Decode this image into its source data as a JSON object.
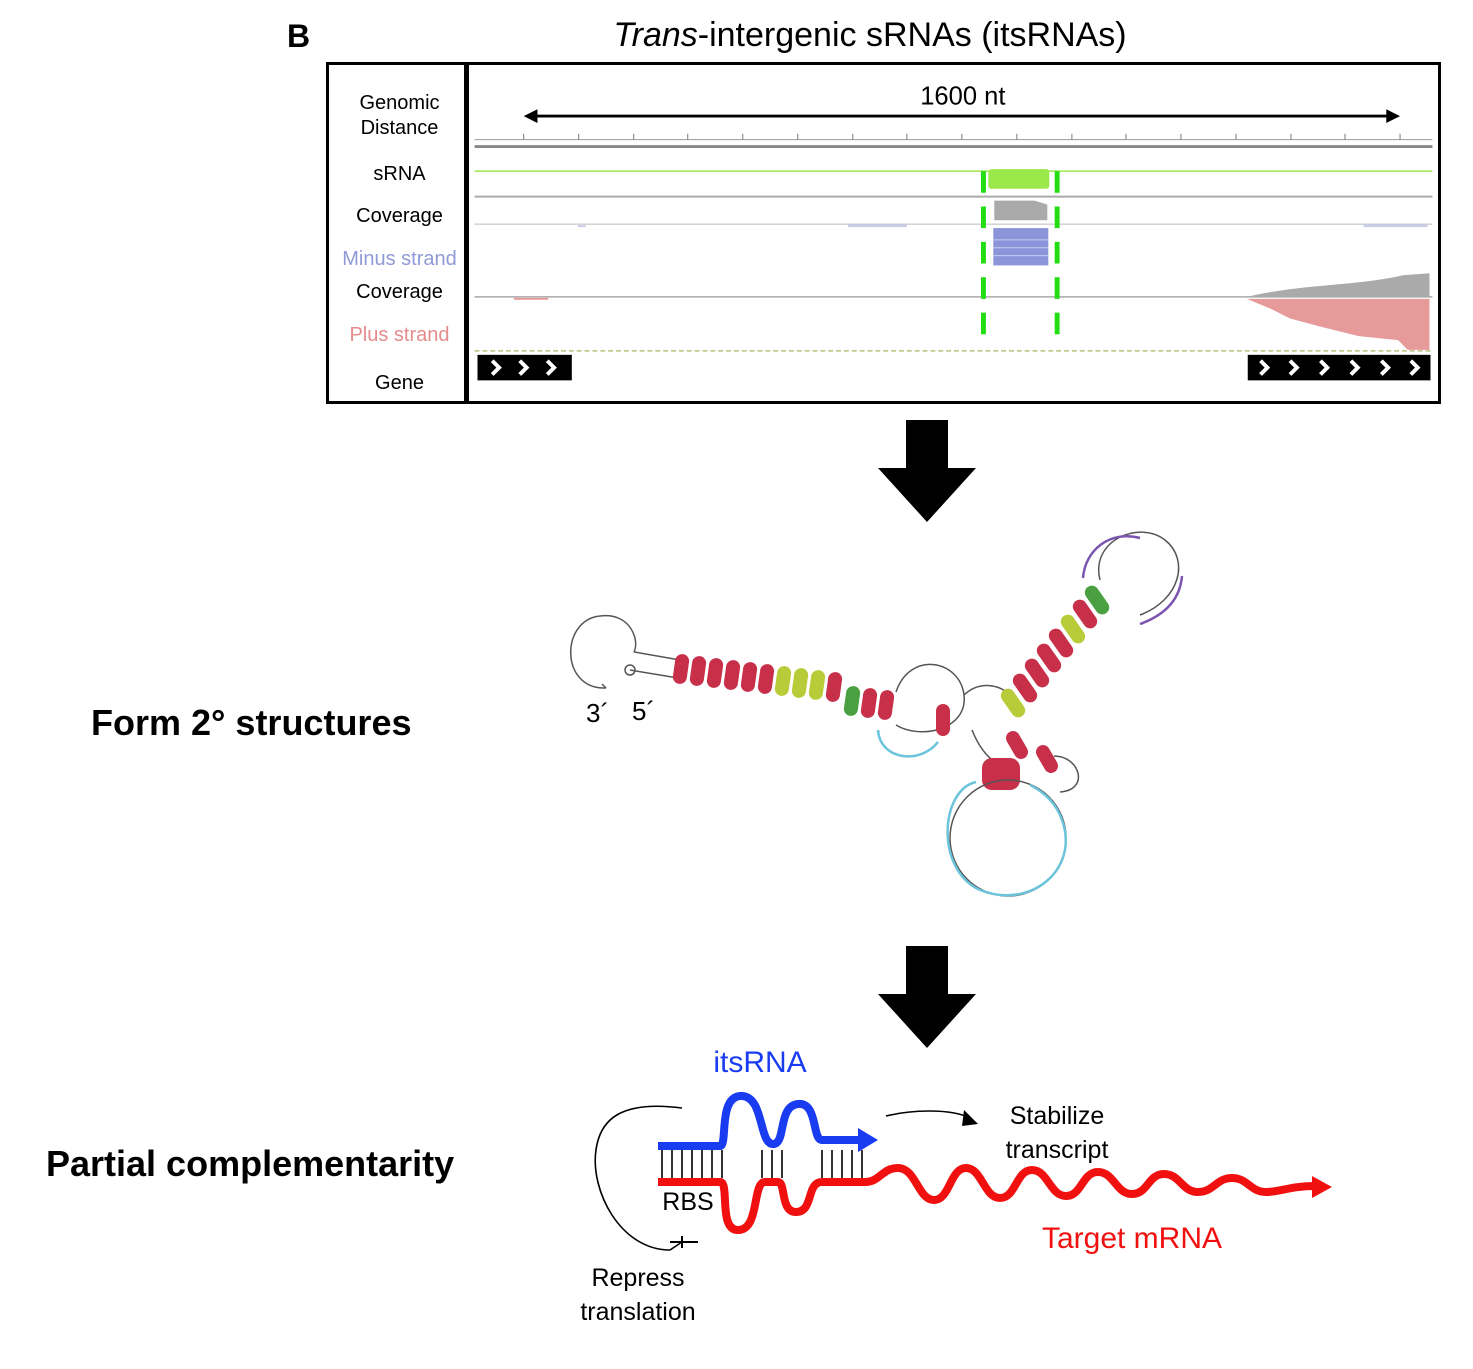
{
  "panel_letter": "B",
  "title": {
    "italic": "Trans",
    "rest": "-intergenic sRNAs (itsRNAs)"
  },
  "tracks": {
    "genomic_distance": "Genomic Distance",
    "srna": "sRNA",
    "coverage_1": "Coverage",
    "minus_strand": "Minus strand",
    "coverage_2": "Coverage",
    "plus_strand": "Plus strand",
    "gene": "Gene"
  },
  "distance_label": "1600 nt",
  "colors": {
    "srna_green": "#9be84a",
    "highlight_green": "#22dd11",
    "coverage_gray": "#aaaaaa",
    "minus_blue": "#8c95d9",
    "plus_red": "#e79a9a",
    "minus_label": "#8f9ad6",
    "plus_label": "#e48c8c",
    "itsrna_blue": "#1a3cf0",
    "mrna_red": "#f01010",
    "pair_red": "#c8304a",
    "pair_yellow": "#b8cc3a",
    "pair_green": "#4aa040",
    "loop_cyan": "#6cc4dc",
    "loop_purple": "#7b55b0"
  },
  "secondary_structure": {
    "label": "Form 2° structures",
    "end_3": "3´",
    "end_5": "5´"
  },
  "complementarity": {
    "label": "Partial complementarity",
    "itsrna": "itsRNA",
    "rbs": "RBS",
    "stabilize_line1": "Stabilize",
    "stabilize_line2": "transcript",
    "target": "Target mRNA",
    "repress_line1": "Repress",
    "repress_line2": "translation"
  }
}
